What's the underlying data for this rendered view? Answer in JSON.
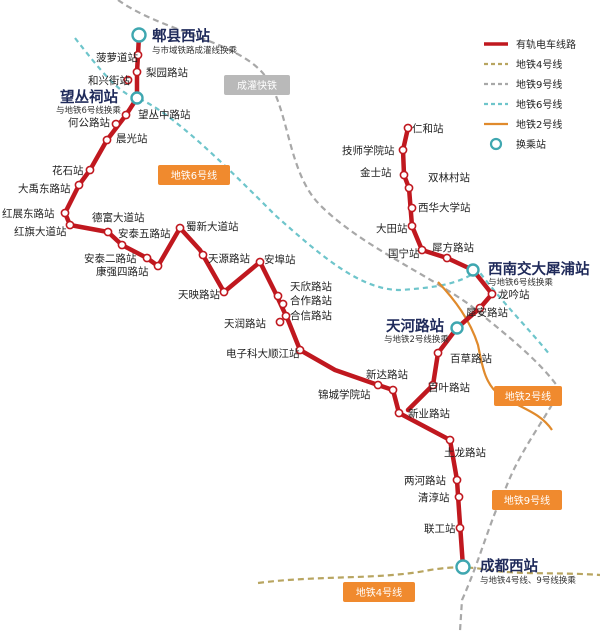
{
  "legend": {
    "items": [
      {
        "label": "有轨电车线路",
        "color": "#c0181f",
        "style": "solid"
      },
      {
        "label": "地铁4号线",
        "color": "#b8a560",
        "style": "dashed"
      },
      {
        "label": "地铁9号线",
        "color": "#a8a8a8",
        "style": "dashed"
      },
      {
        "label": "地铁6号线",
        "color": "#6ec5cb",
        "style": "dashed"
      },
      {
        "label": "地铁2号线",
        "color": "#e08a2c",
        "style": "solid"
      },
      {
        "label": "换乘站",
        "color": "#3fa7b0",
        "style": "circle"
      }
    ]
  },
  "tags": {
    "chengguan": "成灌快铁",
    "line6": "地铁6号线",
    "line2": "地铁2号线",
    "line9": "地铁9号线",
    "line4": "地铁4号线"
  },
  "transfers": {
    "pixian_xi": {
      "name": "郫县西站",
      "note": "与市域铁路成灌线换乘"
    },
    "wangcongci": {
      "name": "望丛祠站",
      "note": "与地铁6号线换乘"
    },
    "xnjd_xipu": {
      "name": "西南交大犀浦站",
      "note": "与地铁6号线换乘"
    },
    "tianhe": {
      "name": "天河路站",
      "note": "与地铁2号线换乘"
    },
    "chengdu_xi": {
      "name": "成都西站",
      "note": "与地铁4号线、9号线换乘"
    }
  },
  "stations": {
    "boluodao": "菠萝道站",
    "liyuan": "梨园路站",
    "hexingjie": "和兴街站",
    "wangcong_zhong": "望丛中路站",
    "hegong": "何公路站",
    "chenguang": "晨光站",
    "huashi": "花石站",
    "dayu_dong": "大禹东路站",
    "hongzhan_dong": "红展东路站",
    "hongqi": "红旗大道站",
    "defu": "德富大道站",
    "antai_wu": "安泰五路站",
    "antai_er": "安泰二路站",
    "kangqiang_si": "康强四路站",
    "shuxin": "蜀新大道站",
    "tianyuan": "天源路站",
    "anfu": "安埠站",
    "tianying": "天映路站",
    "tianxin": "天欣路站",
    "hezuo": "合作路站",
    "hexin": "合信路站",
    "tianrun": "天润路站",
    "dzkj_dashunjiang": "电子科大顺江站",
    "renhe": "仁和站",
    "jishi_xueyuan": "技师学院站",
    "jinshi": "金士站",
    "shuanglin": "双林村站",
    "xihua_daxue": "西华大学站",
    "datian": "大田站",
    "guoning": "国宁站",
    "xiafang": "犀方路站",
    "longyin": "龙吟站",
    "xian": "犀安路站",
    "baicao": "百草路站",
    "baiye": "百叶路站",
    "xinda": "新达路站",
    "jincheng_xueyuan": "锦城学院站",
    "xinye": "新业路站",
    "tulong": "土龙路站",
    "lianghe": "两河路站",
    "qingchun": "清淳站",
    "liangong": "联工站"
  }
}
